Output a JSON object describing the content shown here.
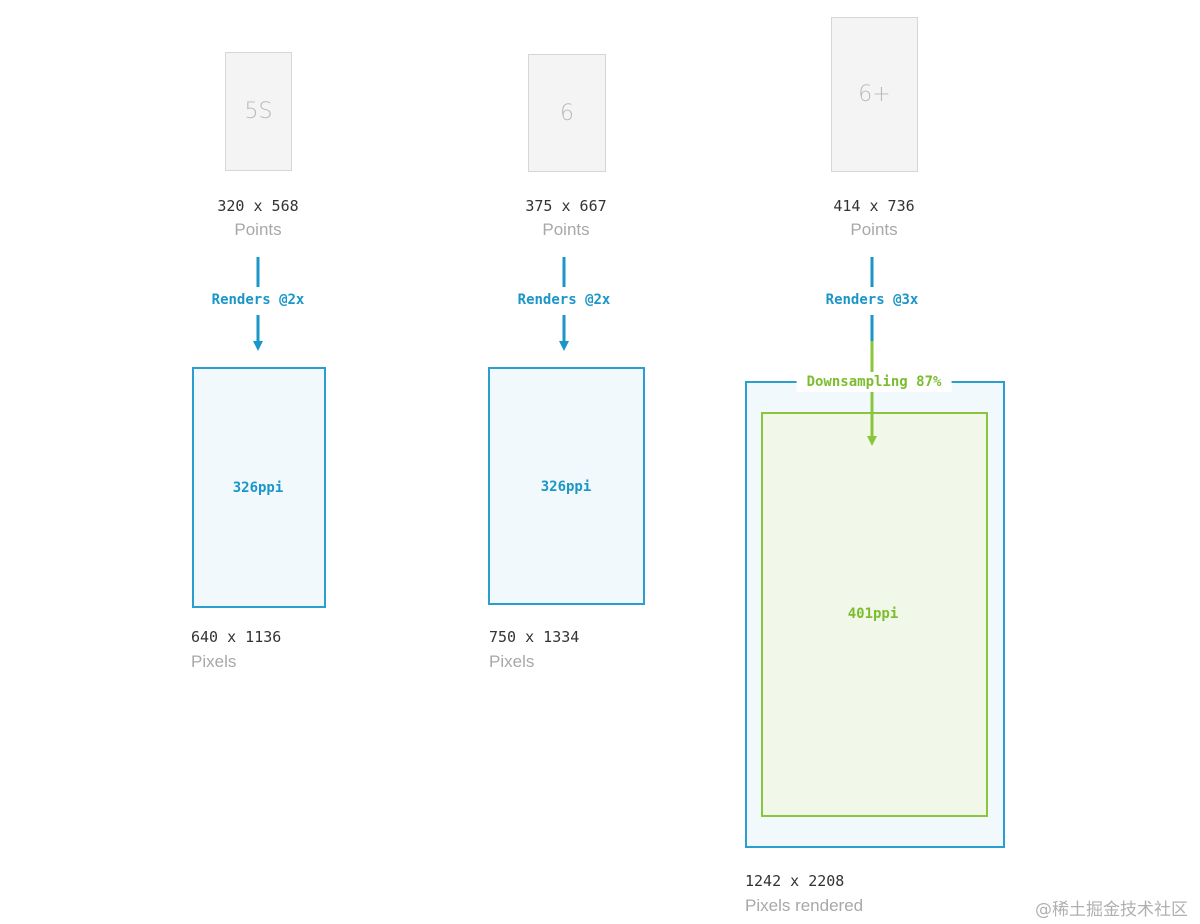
{
  "columns": [
    {
      "device": "5S",
      "points_dims": "320 x 568",
      "points_unit": "Points",
      "renders": "Renders @2x",
      "ppi": "326ppi",
      "pixel_dims": "640 x 1136",
      "pixel_unit": "Pixels"
    },
    {
      "device": "6",
      "points_dims": "375 x 667",
      "points_unit": "Points",
      "renders": "Renders @2x",
      "ppi": "326ppi",
      "pixel_dims": "750 x 1334",
      "pixel_unit": "Pixels"
    },
    {
      "device": "6+",
      "points_dims": "414 x 736",
      "points_unit": "Points",
      "renders": "Renders @3x",
      "downsampling": "Downsampling 87%",
      "ppi": "401ppi",
      "pixel_dims": "1242 x 2208",
      "pixel_unit": "Pixels rendered"
    }
  ],
  "watermark": "@稀土掘金技术社区",
  "colors": {
    "blue": "#1a96c8",
    "green": "#7cbd2f",
    "device_gray": "#f4f4f4"
  }
}
